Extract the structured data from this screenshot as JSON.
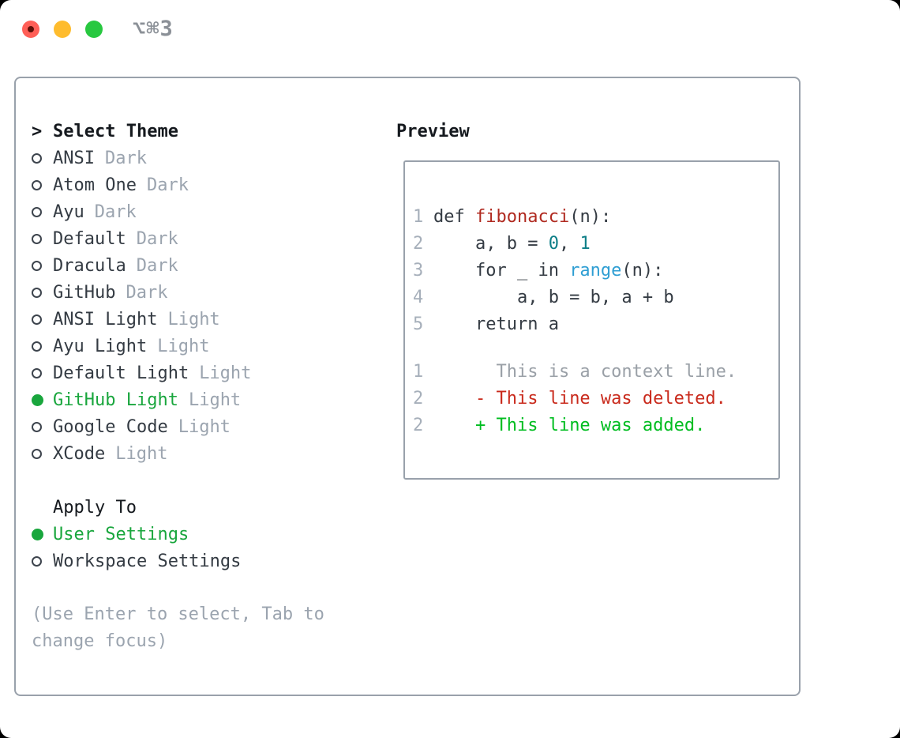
{
  "titlebar": {
    "title": "⌥⌘3",
    "buttons": [
      {
        "name": "close",
        "color": "#ff5f57"
      },
      {
        "name": "minimize",
        "color": "#febc2e"
      },
      {
        "name": "zoom",
        "color": "#28c840"
      }
    ]
  },
  "theme_panel": {
    "header_prefix": ">",
    "header": "Select Theme",
    "themes": [
      {
        "name": "ANSI",
        "variant": "Dark",
        "selected": false,
        "slug": "ansi-dark"
      },
      {
        "name": "Atom One",
        "variant": "Dark",
        "selected": false,
        "slug": "atom-one-dark"
      },
      {
        "name": "Ayu",
        "variant": "Dark",
        "selected": false,
        "slug": "ayu-dark"
      },
      {
        "name": "Default",
        "variant": "Dark",
        "selected": false,
        "slug": "default-dark"
      },
      {
        "name": "Dracula",
        "variant": "Dark",
        "selected": false,
        "slug": "dracula-dark"
      },
      {
        "name": "GitHub",
        "variant": "Dark",
        "selected": false,
        "slug": "github-dark"
      },
      {
        "name": "ANSI Light",
        "variant": "Light",
        "selected": false,
        "slug": "ansi-light"
      },
      {
        "name": "Ayu Light",
        "variant": "Light",
        "selected": false,
        "slug": "ayu-light"
      },
      {
        "name": "Default Light",
        "variant": "Light",
        "selected": false,
        "slug": "default-light"
      },
      {
        "name": "GitHub Light",
        "variant": "Light",
        "selected": true,
        "slug": "github-light"
      },
      {
        "name": "Google Code",
        "variant": "Light",
        "selected": false,
        "slug": "google-code-light"
      },
      {
        "name": "XCode",
        "variant": "Light",
        "selected": false,
        "slug": "xcode-light"
      }
    ],
    "apply_to": {
      "header": "Apply To",
      "options": [
        {
          "label": "User Settings",
          "selected": true,
          "slug": "user-settings"
        },
        {
          "label": "Workspace Settings",
          "selected": false,
          "slug": "workspace-settings"
        }
      ]
    },
    "hint_lines": [
      "(Use Enter to select, Tab to",
      "change focus)"
    ]
  },
  "preview": {
    "header": "Preview",
    "code_lines": [
      {
        "num": "1",
        "segments": [
          {
            "t": "def ",
            "c": "plain"
          },
          {
            "t": "fibonacci",
            "c": "func"
          },
          {
            "t": "(n):",
            "c": "plain"
          }
        ]
      },
      {
        "num": "2",
        "segments": [
          {
            "t": "    a, b = ",
            "c": "plain"
          },
          {
            "t": "0",
            "c": "num"
          },
          {
            "t": ", ",
            "c": "plain"
          },
          {
            "t": "1",
            "c": "num"
          }
        ]
      },
      {
        "num": "3",
        "segments": [
          {
            "t": "    for _ in ",
            "c": "plain"
          },
          {
            "t": "range",
            "c": "builtin"
          },
          {
            "t": "(n):",
            "c": "plain"
          }
        ]
      },
      {
        "num": "4",
        "segments": [
          {
            "t": "        a, b = b, a + b",
            "c": "plain"
          }
        ]
      },
      {
        "num": "5",
        "segments": [
          {
            "t": "    return a",
            "c": "plain"
          }
        ]
      }
    ],
    "diff_lines": [
      {
        "num": "1",
        "segments": [
          {
            "t": "      This is a context line.",
            "c": "ctx"
          }
        ]
      },
      {
        "num": "2",
        "segments": [
          {
            "t": "    ",
            "c": "plain"
          },
          {
            "t": "- This line was deleted.",
            "c": "del"
          }
        ]
      },
      {
        "num": "2",
        "segments": [
          {
            "t": "    ",
            "c": "plain"
          },
          {
            "t": "+ This line was added.",
            "c": "add"
          }
        ]
      }
    ]
  },
  "colors": {
    "accent_green": "#19a63d",
    "added_green": "#00bd20",
    "deleted_red": "#c92a1c",
    "context_gray": "#9aa0a7",
    "function_red": "#b02a20",
    "number_teal": "#0d7e87",
    "builtin_blue": "#2e9ed3",
    "text_dark": "#343b43",
    "muted_gray": "#9ba4af",
    "line_number_gray": "#a6afba",
    "border_gray": "#99a1ab",
    "header_black": "#15191e",
    "title_gray": "#8b9097",
    "traffic_red": "#ff5f57",
    "traffic_red_dot": "#5e0f07",
    "traffic_yellow": "#febc2e",
    "traffic_green": "#28c840"
  }
}
